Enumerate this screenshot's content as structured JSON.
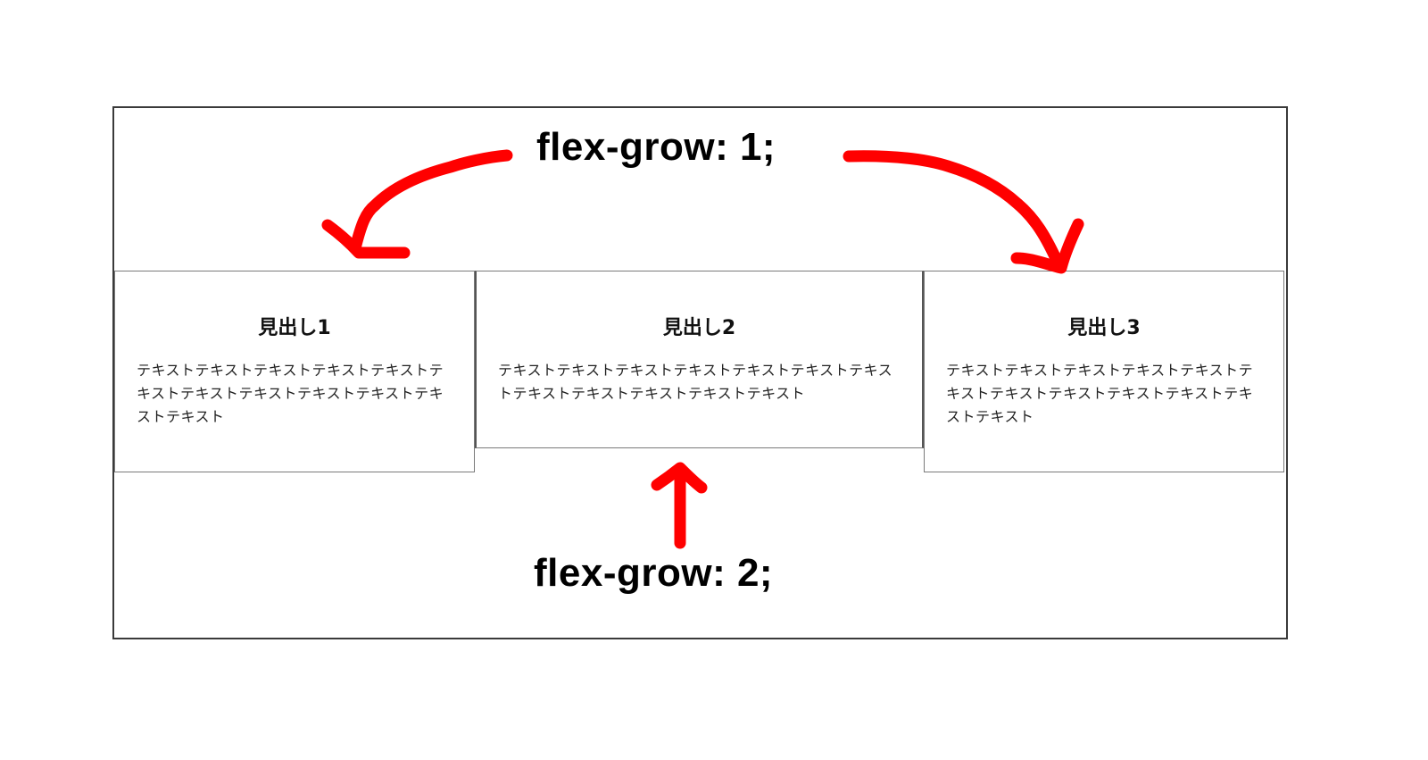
{
  "diagram": {
    "title": "flex-grow illustration",
    "annotations": {
      "top_label": "flex-grow: 1;",
      "bottom_label": "flex-grow: 2;"
    },
    "arrow_color": "#ff0000",
    "items": [
      {
        "heading": "見出し1",
        "text": "テキストテキストテキストテキストテキストテキストテキストテキストテキストテキストテキストテキスト",
        "flex_grow": 1
      },
      {
        "heading": "見出し2",
        "text": "テキストテキストテキストテキストテキストテキストテキストテキストテキストテキストテキストテキスト",
        "flex_grow": 2
      },
      {
        "heading": "見出し3",
        "text": "テキストテキストテキストテキストテキストテキストテキストテキストテキストテキストテキストテキスト",
        "flex_grow": 1
      }
    ]
  }
}
